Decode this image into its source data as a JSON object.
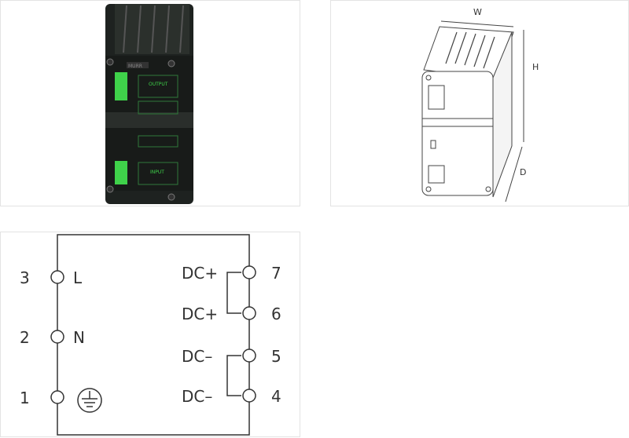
{
  "product_photo": {
    "brand_label": "MURR",
    "output_label": "OUTPUT",
    "input_label": "INPUT"
  },
  "dimension_drawing": {
    "width_label": "W",
    "height_label": "H",
    "depth_label": "D"
  },
  "wiring_diagram": {
    "left_terminals": [
      {
        "number": "3",
        "label": "L"
      },
      {
        "number": "2",
        "label": "N"
      },
      {
        "number": "1",
        "label": "",
        "icon": "ground-icon"
      }
    ],
    "right_terminals": [
      {
        "number": "7",
        "label": "DC+"
      },
      {
        "number": "6",
        "label": "DC+"
      },
      {
        "number": "5",
        "label": "DC–"
      },
      {
        "number": "4",
        "label": "DC–"
      }
    ]
  }
}
